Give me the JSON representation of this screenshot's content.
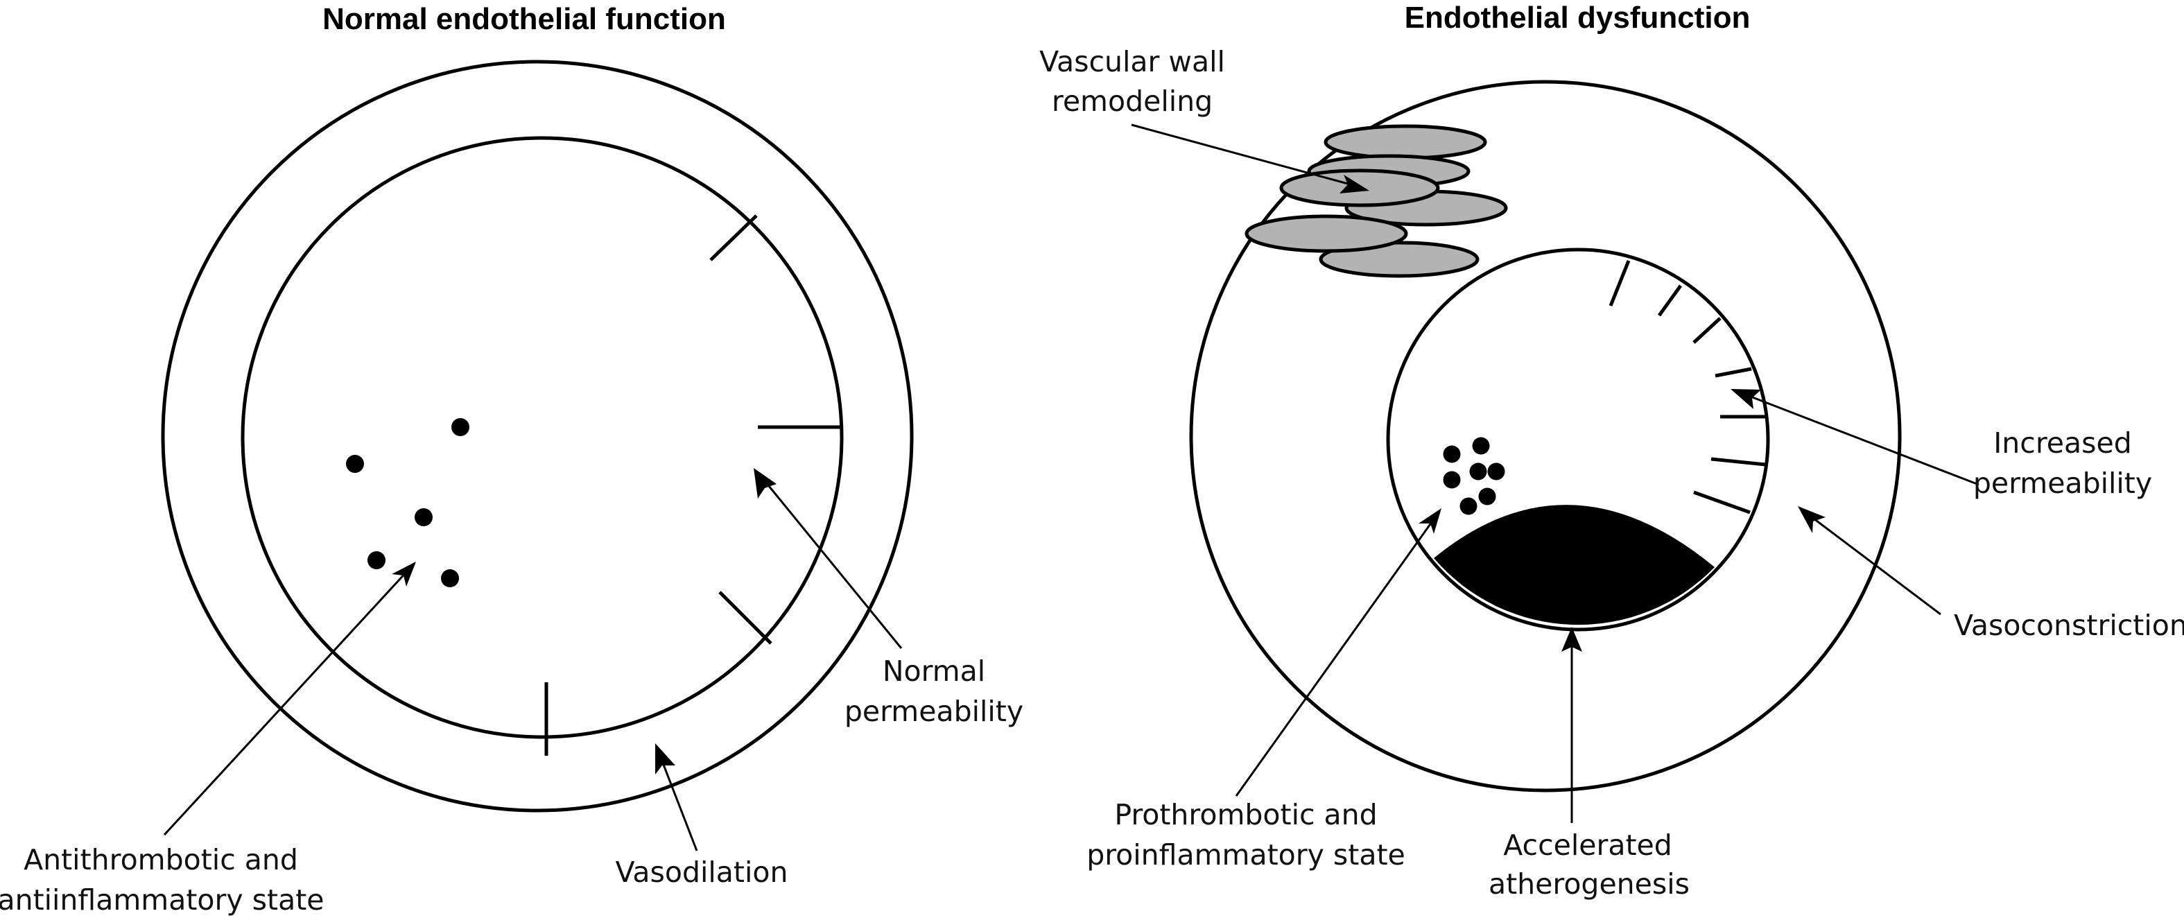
{
  "colors": {
    "stroke": "#000000",
    "background": "#ffffff",
    "smooth_muscle_cell_fill": "#b3b3b3",
    "plaque_fill": "#000000"
  },
  "panels": [
    {
      "id": "normal",
      "title": "Normal endothelial function",
      "labels": [
        {
          "id": "normal-permeability",
          "lines": [
            "Normal",
            "permeability"
          ]
        },
        {
          "id": "antithrombotic",
          "lines": [
            "Antithrombotic and",
            "antiinflammatory state"
          ]
        },
        {
          "id": "vasodilation",
          "lines": [
            "Vasodilation"
          ]
        }
      ],
      "permeability_gap_count": 4,
      "blood_cell_count": 5
    },
    {
      "id": "dysfunction",
      "title": "Endothelial dysfunction",
      "labels": [
        {
          "id": "vascular-wall-remodeling",
          "lines": [
            "Vascular wall",
            "remodeling"
          ]
        },
        {
          "id": "increased-permeability",
          "lines": [
            "Increased",
            "permeability"
          ]
        },
        {
          "id": "vasoconstriction",
          "lines": [
            "Vasoconstriction"
          ]
        },
        {
          "id": "prothrombotic",
          "lines": [
            "Prothrombotic and",
            "proinflammatory state"
          ]
        },
        {
          "id": "accelerated-atherogenesis",
          "lines": [
            "Accelerated",
            "atherogenesis"
          ]
        }
      ],
      "permeability_gap_count": 7,
      "blood_cell_count": 7,
      "smooth_muscle_cell_count": 6
    }
  ]
}
